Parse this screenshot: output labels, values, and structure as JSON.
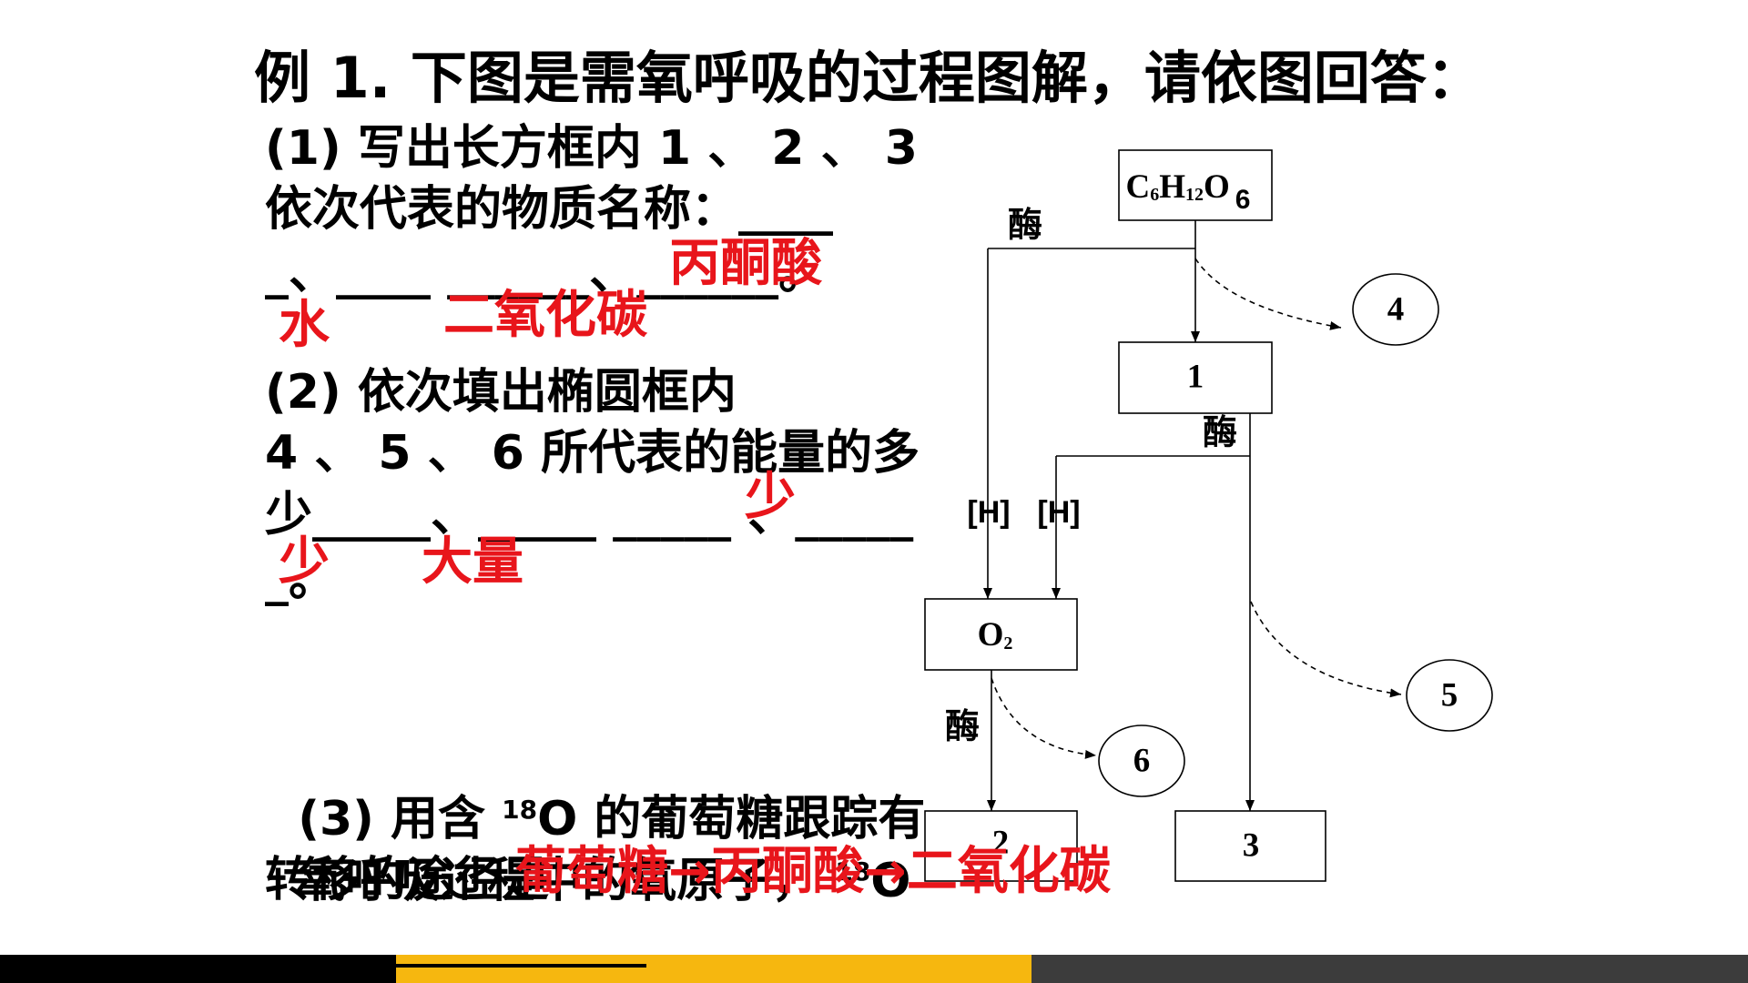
{
  "title": "例 1. 下图是需氧呼吸的过程图解，请依图回答：",
  "q1": {
    "lines": [
      "(1) 写出长方框内 1 、 2 、 3",
      "依次代表的物质名称：____",
      "_、____ ______、______。"
    ],
    "answers": [
      "丙酮酸",
      "水",
      "二氧化碳"
    ]
  },
  "q2": {
    "lines": [
      "(2) 依次填出椭圆框内",
      "4 、 5 、 6 所代表的能量的多",
      "少_____、_____ _____ 、_____",
      "_。"
    ],
    "answers": [
      "少",
      "少",
      "大量"
    ]
  },
  "q3": {
    "line1_pre": "(3) 用含 ",
    "line1_sup": "18",
    "line1_post": "O 的葡萄糖跟踪有",
    "line2_pre": "氧呼吸过程中的氧原子， ",
    "line2_sup": "18",
    "line2_post": "O",
    "line3": "转移的途径是",
    "answer": "葡萄糖→丙酮酸→二氧化碳"
  },
  "diagram": {
    "glucose": {
      "c": "C",
      "n1": "6",
      "h": "H",
      "n2": "12",
      "o": "O",
      "n3": "6"
    },
    "oxygen": {
      "o": "O",
      "n": "2"
    },
    "box1": "1",
    "box2": "2",
    "box3": "3",
    "ellipse4": "4",
    "ellipse5": "5",
    "ellipse6": "6",
    "enzyme_labels": [
      "酶",
      "酶",
      "酶"
    ],
    "hydrogen_labels": [
      "[H]",
      "[H]"
    ]
  },
  "colors": {
    "answer": "#e8151b",
    "text": "#000000",
    "bar_black": "#000000",
    "bar_yellow": "#f6b70f",
    "bar_gray": "#3c3c3c"
  }
}
